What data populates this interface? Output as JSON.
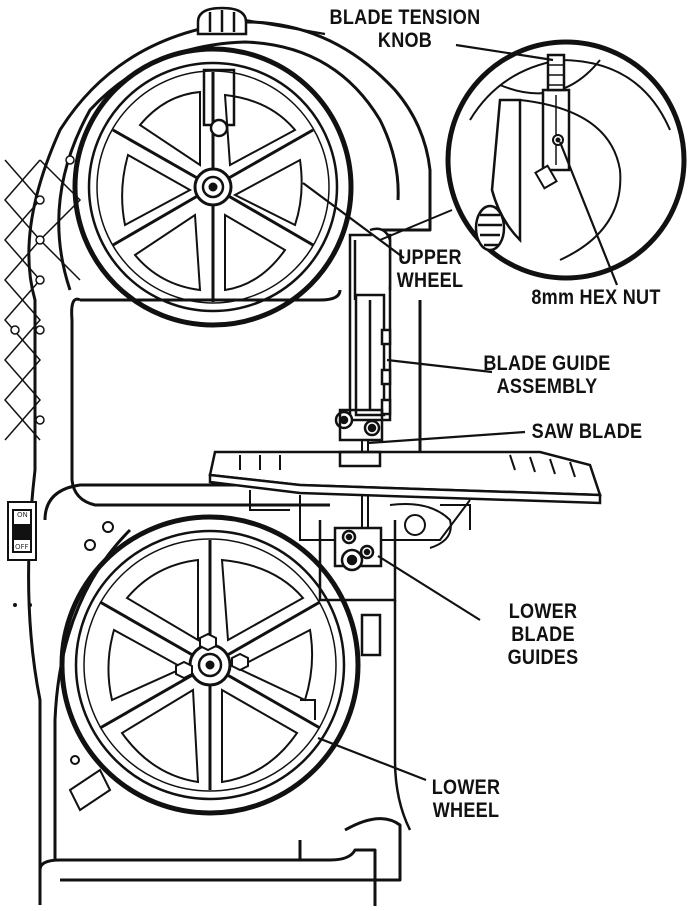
{
  "labels": {
    "blade_tension_knob": [
      "BLADE TENSION",
      "KNOB"
    ],
    "upper_wheel": [
      "UPPER",
      "WHEEL"
    ],
    "hex_nut": [
      "8mm HEX NUT"
    ],
    "blade_guide_assembly": [
      "BLADE GUIDE",
      "ASSEMBLY"
    ],
    "saw_blade": [
      "SAW BLADE"
    ],
    "lower_blade_guides": [
      "LOWER",
      "BLADE",
      "GUIDES"
    ],
    "lower_wheel": [
      "LOWER",
      "WHEEL"
    ]
  },
  "switch": {
    "on": "ON",
    "off": "OFF"
  },
  "colors": {
    "ink": "#111111",
    "paper": "#ffffff",
    "shade": "#d9d9d9"
  }
}
